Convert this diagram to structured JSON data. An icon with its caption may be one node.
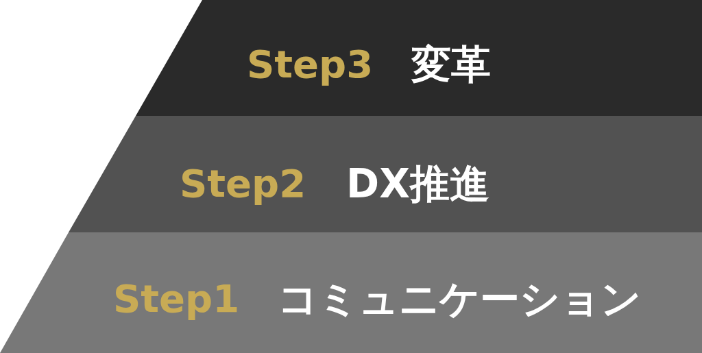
{
  "diagram": {
    "nodes": [
      {
        "text": [
          "Step3",
          "変革"
        ]
      },
      {
        "text": [
          "Step2",
          "DX推進"
        ]
      },
      {
        "text": [
          "Step1",
          "コミュニケーション"
        ]
      }
    ]
  }
}
